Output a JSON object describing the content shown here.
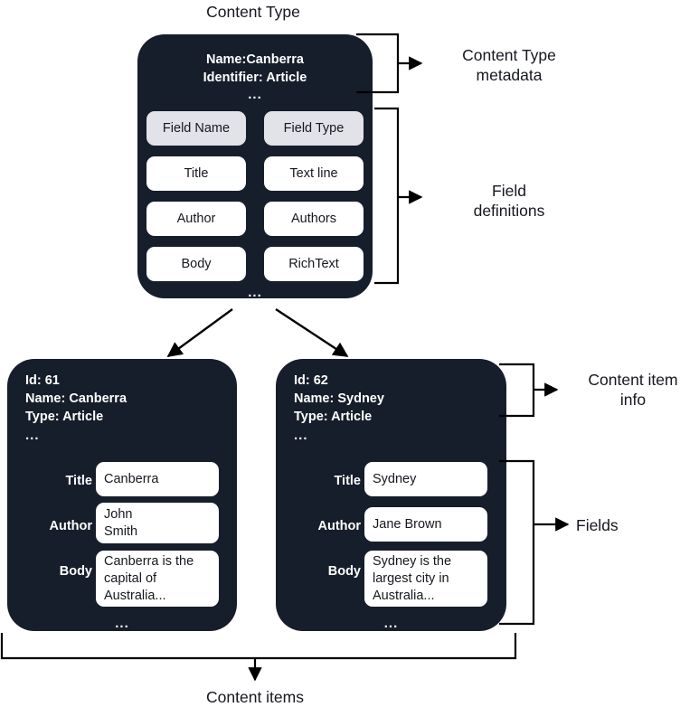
{
  "diagram": {
    "title": "Content Type",
    "bottom_label": "Content items",
    "colors": {
      "card_bg": "#171E2B",
      "pill_bg": "#FFFFFF",
      "pill_header_bg": "#E2E2E9",
      "text_dark": "#16181F",
      "text_light": "#FFFFFF",
      "line": "#000000",
      "page_bg": "#FFFFFF"
    }
  },
  "content_type": {
    "name_line": "Name:Canberra",
    "identifier_line": "Identifier: Article",
    "ellipsis": "...",
    "bottom_ellipsis": "...",
    "table": {
      "headers": [
        "Field Name",
        "Field Type"
      ],
      "rows": [
        [
          "Title",
          "Text line"
        ],
        [
          "Author",
          "Authors"
        ],
        [
          "Body",
          "RichText"
        ]
      ]
    },
    "annotations": [
      {
        "label": "Content Type\nmetadata"
      },
      {
        "label": "Field\ndefinitions"
      }
    ]
  },
  "content_items": [
    {
      "info": {
        "id_line": "Id: 61",
        "name_line": "Name: Canberra",
        "type_line": "Type: Article",
        "ellipsis": "..."
      },
      "fields": [
        {
          "label": "Title",
          "value": "Canberra"
        },
        {
          "label": "Author",
          "value": "John\nSmith"
        },
        {
          "label": "Body",
          "value": "Canberra is the\ncapital of\nAustralia..."
        }
      ],
      "bottom_ellipsis": "..."
    },
    {
      "info": {
        "id_line": "Id: 62",
        "name_line": "Name: Sydney",
        "type_line": "Type: Article",
        "ellipsis": "..."
      },
      "fields": [
        {
          "label": "Title",
          "value": "Sydney"
        },
        {
          "label": "Author",
          "value": "Jane Brown"
        },
        {
          "label": "Body",
          "value": "Sydney is the\nlargest city in\nAustralia..."
        }
      ],
      "bottom_ellipsis": "..."
    }
  ],
  "item_annotations": [
    {
      "label": "Content item\ninfo"
    },
    {
      "label": "Fields"
    }
  ]
}
